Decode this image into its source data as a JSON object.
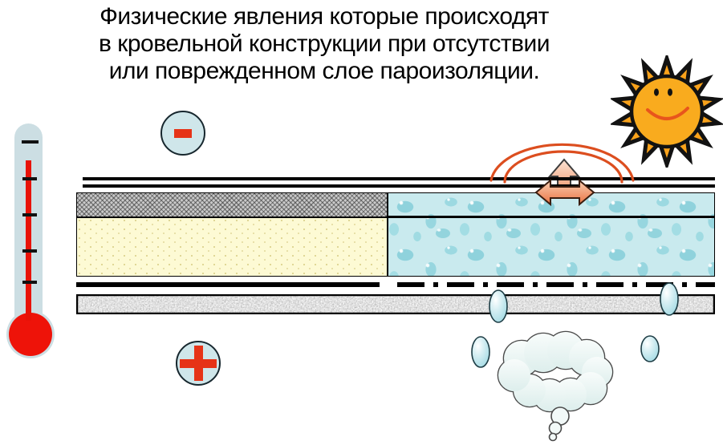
{
  "slide": {
    "title_lines": [
      "Физические явления которые происходят",
      "в кровельной конструкции при отсутствии",
      "или поврежденном слое пароизоляции."
    ]
  },
  "symbols": {
    "cold_sign": "−",
    "warm_sign": "+"
  },
  "icons": {
    "thermometer": "thermometer-icon",
    "cold_badge": "minus-badge-icon",
    "warm_badge": "plus-badge-icon",
    "sun": "sun-icon",
    "heat_waves": "heat-waves-icon",
    "vapor_up_arrow": "vapor-up-arrow-icon",
    "vapor_spread_arrow": "vapor-spread-arrow-icon",
    "water_droplet": "water-droplet-icon",
    "condensate_cloud": "condensate-cloud-icon"
  },
  "colors": {
    "accent_red": "#e63317",
    "heat_wave_red": "#dc4e1f",
    "mercury_red": "#ee1309",
    "badge_fill": "#cfe6ea",
    "thermometer_tube": "#ccdee3",
    "sun_orange": "#f9a21b",
    "insulation_yellow": "#fdfad4",
    "screed_gray": "#c9c9c9",
    "wet_insulation_blue": "#c9eaee",
    "arrow_orange": "#ea7443",
    "line_black": "#000000"
  }
}
